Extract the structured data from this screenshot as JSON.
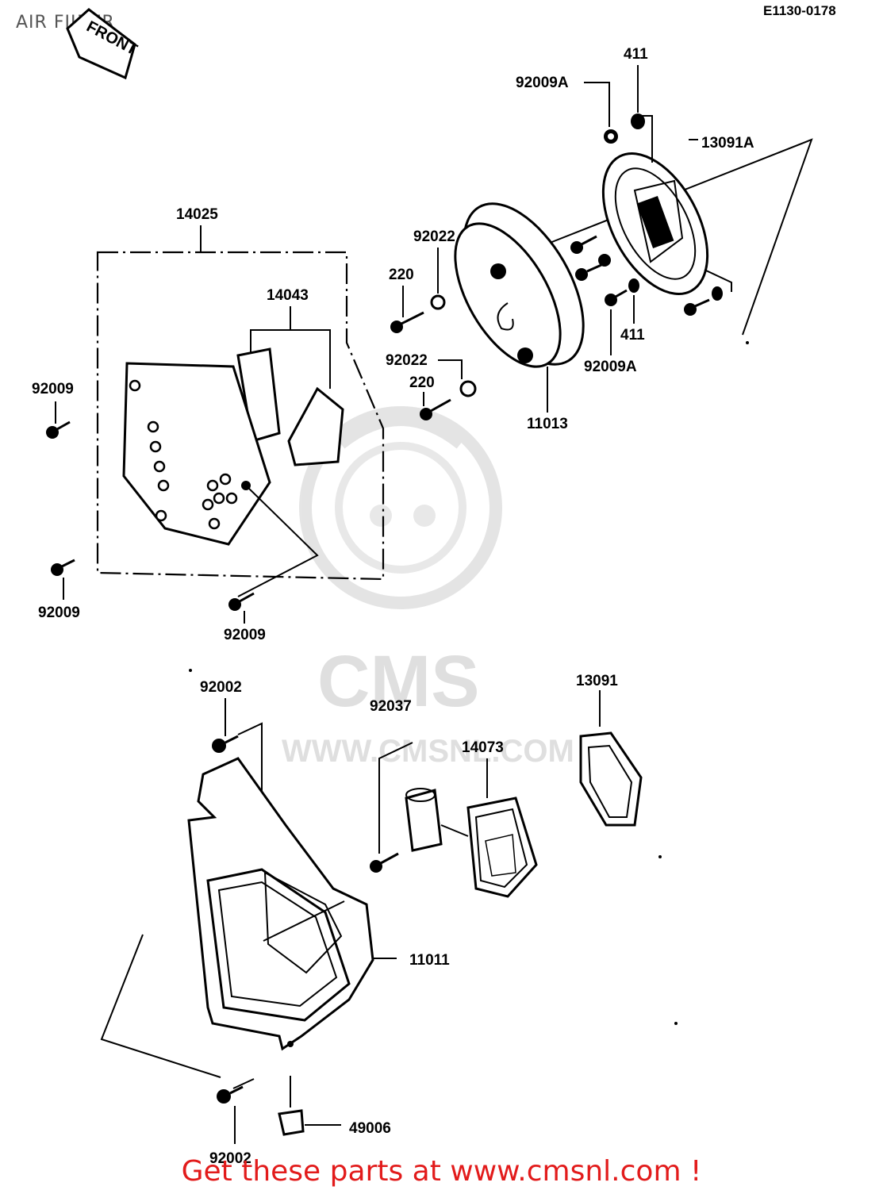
{
  "header": {
    "title": "AIR FILTER",
    "diagram_code": "E1130-0178",
    "front_label": "FRONT"
  },
  "watermark": {
    "brand": "CMS",
    "site": "WWW.CMSNL.COM"
  },
  "parts": {
    "p411_top": "411",
    "p92009A_top": "92009A",
    "p13091A": "13091A",
    "p14025": "14025",
    "p92022_top": "92022",
    "p220_top": "220",
    "p14043": "14043",
    "p92022_mid": "92022",
    "p220_mid": "220",
    "p411_mid": "411",
    "p92009A_mid": "92009A",
    "p11013": "11013",
    "p92009_left_top": "92009",
    "p92009_left_bottom": "92009",
    "p92009_center": "92009",
    "p92002_top": "92002",
    "p92037": "92037",
    "p14073": "14073",
    "p13091": "13091",
    "p11011": "11011",
    "p49006": "49006",
    "p92002_bottom": "92002"
  },
  "footer": {
    "text": "Get these parts at www.cmsnl.com !",
    "color": "#e21b1b"
  }
}
